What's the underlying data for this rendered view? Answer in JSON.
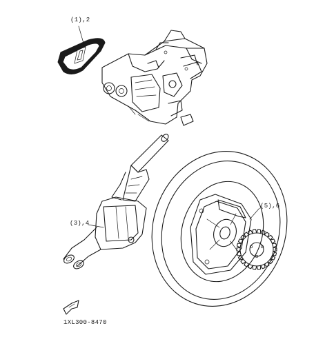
{
  "callouts": {
    "gasket": "(1),2",
    "muffler": "(3),4",
    "wheel": "(5),6"
  },
  "part_number": "1XL300-8470",
  "icons": {
    "front": "front-arrow-icon"
  }
}
